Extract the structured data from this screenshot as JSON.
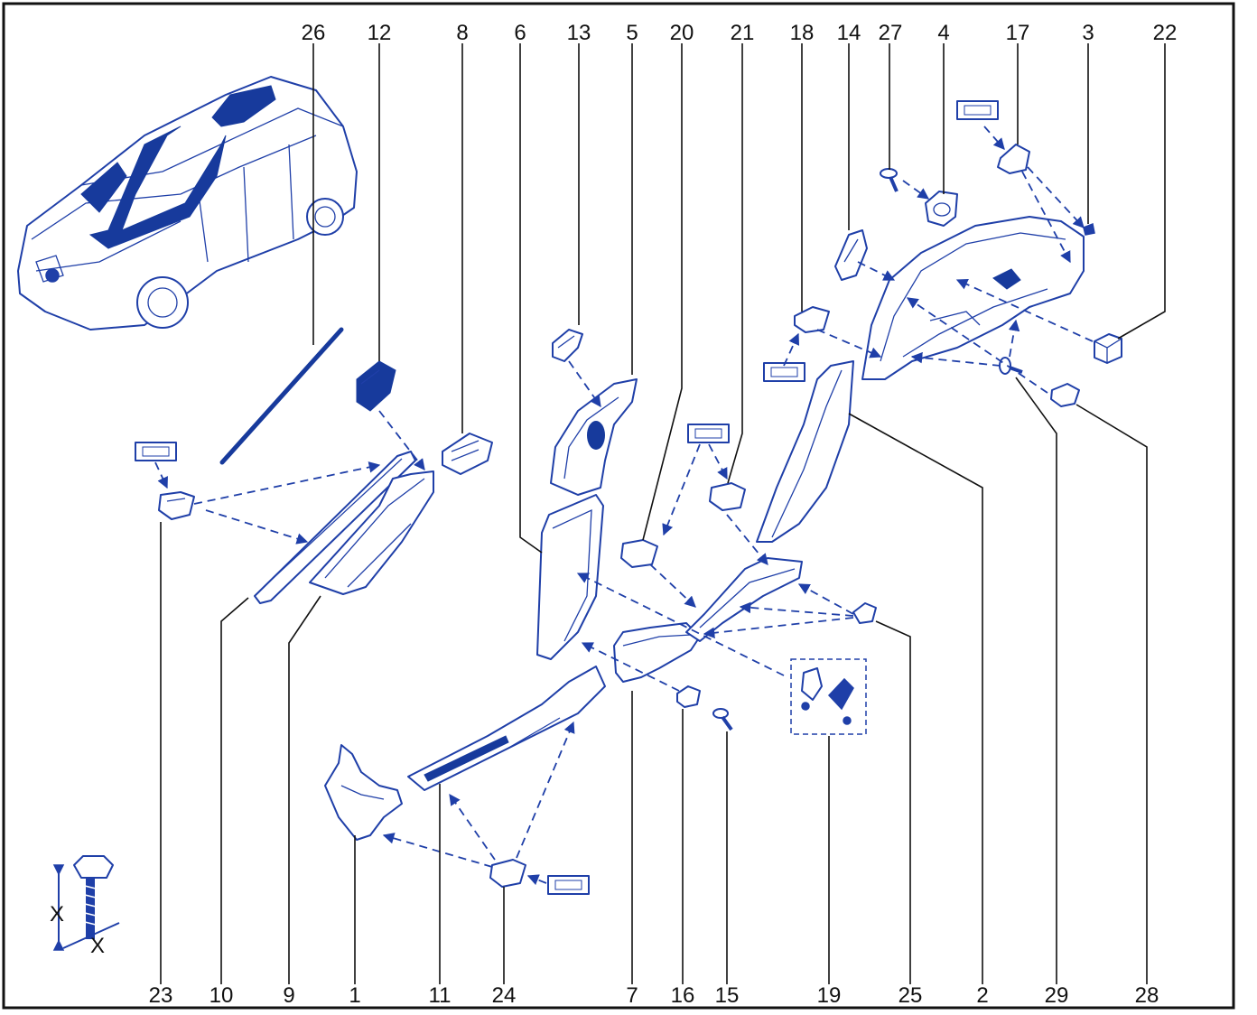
{
  "diagram": {
    "top_callouts": [
      "26",
      "12",
      "8",
      "6",
      "13",
      "5",
      "20",
      "21",
      "18",
      "14",
      "27",
      "4",
      "17",
      "3",
      "22"
    ],
    "bottom_callouts": [
      "23",
      "10",
      "9",
      "1",
      "11",
      "24",
      "7",
      "16",
      "15",
      "19",
      "25",
      "2",
      "29",
      "28"
    ],
    "torque_symbol_labels": [
      "X",
      "X"
    ],
    "line_color": "#1f3fa8",
    "fill_color": "#173a9c"
  }
}
